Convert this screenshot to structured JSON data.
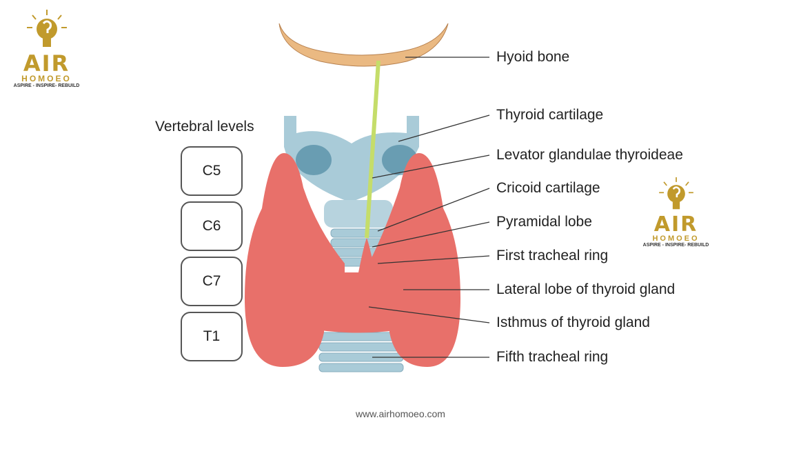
{
  "logo": {
    "name": "AIR",
    "sub": "HOMOEO",
    "tagline": "ASPIRE - INSPIRE- REBUILD"
  },
  "diagram": {
    "vertebral_title": "Vertebral levels",
    "vertebrae": [
      "C5",
      "C6",
      "C7",
      "T1"
    ],
    "labels": [
      "Hyoid bone",
      "Thyroid cartilage",
      "Levator glandulae thyroideae",
      "Cricoid cartilage",
      "Pyramidal lobe",
      "First tracheal ring",
      "Lateral lobe of thyroid gland",
      "Isthmus of thyroid gland",
      "Fifth tracheal ring"
    ]
  },
  "footer": "www.airhomoeo.com",
  "colors": {
    "gold": "#c19a2c",
    "thyroid": "#e8706a",
    "cartilage": "#a9cbd8",
    "hyoid": "#eab982",
    "levator": "#c5dd6a"
  }
}
